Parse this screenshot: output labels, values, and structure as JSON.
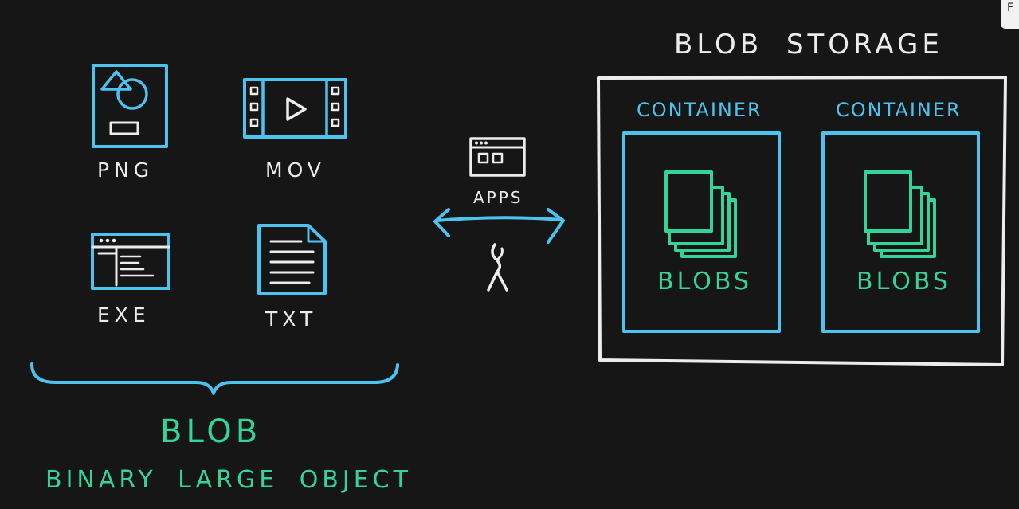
{
  "colors": {
    "background": "#161616",
    "outline_white": "#ececec",
    "accent_blue": "#4cc3ef",
    "accent_green": "#34d39a"
  },
  "files": [
    {
      "label": "PNG",
      "icon": "image-file-icon"
    },
    {
      "label": "MOV",
      "icon": "film-strip-icon"
    },
    {
      "label": "EXE",
      "icon": "app-window-icon"
    },
    {
      "label": "TXT",
      "icon": "text-document-icon"
    }
  ],
  "blob": {
    "title": "BLOB",
    "subtitle": "BINARY LARGE OBJECT"
  },
  "apps": {
    "label": "APPS",
    "icon": "browser-window-icon",
    "user_icon": "person-icon",
    "arrow_icon": "double-arrow-icon"
  },
  "storage": {
    "title": "BLOB STORAGE",
    "containers": [
      {
        "label": "CONTAINER",
        "content_label": "BLOBS",
        "icon": "stacked-pages-icon"
      },
      {
        "label": "CONTAINER",
        "content_label": "BLOBS",
        "icon": "stacked-pages-icon"
      }
    ]
  },
  "corner_badge": "F"
}
